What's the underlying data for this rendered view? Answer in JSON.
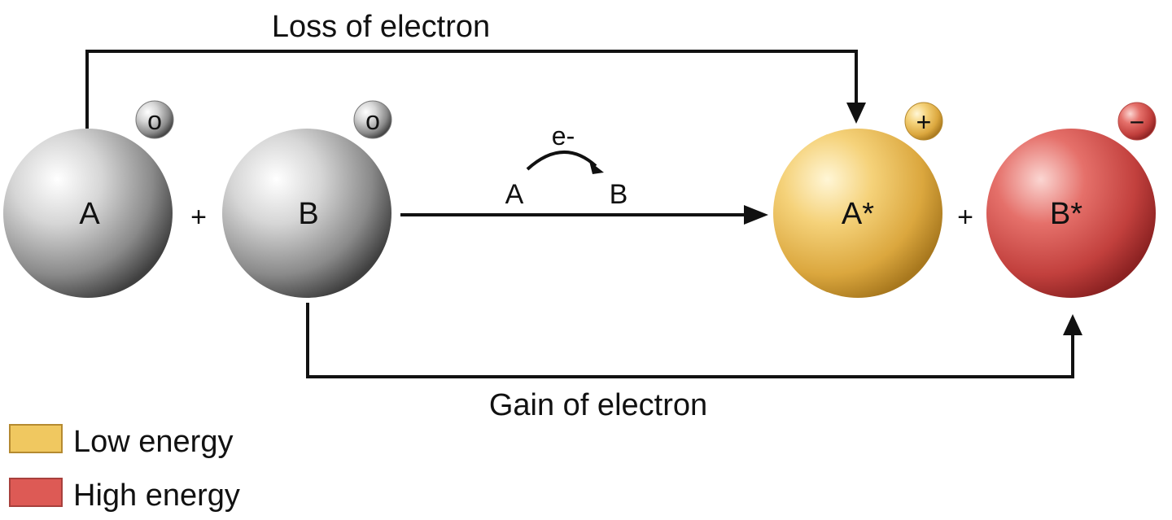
{
  "top_label": "Loss of electron",
  "bottom_label": "Gain of electron",
  "molecules": {
    "a": {
      "label": "A",
      "charge": "o"
    },
    "b": {
      "label": "B",
      "charge": "o"
    },
    "a_star": {
      "label": "A*",
      "charge": "+"
    },
    "b_star": {
      "label": "B*",
      "charge": "−"
    }
  },
  "plus_sign": "+",
  "transfer": {
    "electron": "e-",
    "from": "A",
    "to": "B"
  },
  "legend": [
    {
      "label": "Low energy",
      "color": "#f0c860"
    },
    {
      "label": "High energy",
      "color": "#dd5a55"
    }
  ]
}
